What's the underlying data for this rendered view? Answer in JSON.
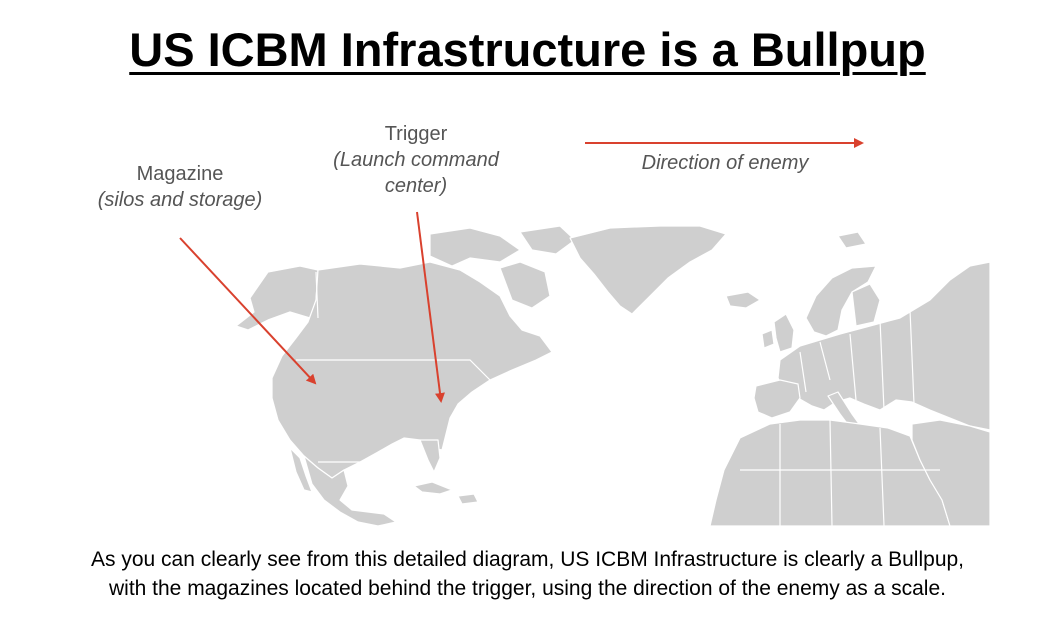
{
  "title": "US ICBM Infrastructure is a Bullpup",
  "labels": {
    "magazine": {
      "main": "Magazine",
      "sub": "(silos and storage)"
    },
    "trigger": {
      "main": "Trigger",
      "sub_line1": "(Launch command",
      "sub_line2": "center)"
    },
    "direction": "Direction of enemy"
  },
  "caption": {
    "line1": "As you can clearly see from this detailed diagram, US ICBM Infrastructure is clearly a Bullpup,",
    "line2": "with the magazines located behind the trigger, using the direction of the enemy as a scale."
  },
  "colors": {
    "arrow": "#d9412e",
    "land": "#cfcfcf",
    "border": "#ffffff",
    "label_text": "#555555"
  }
}
